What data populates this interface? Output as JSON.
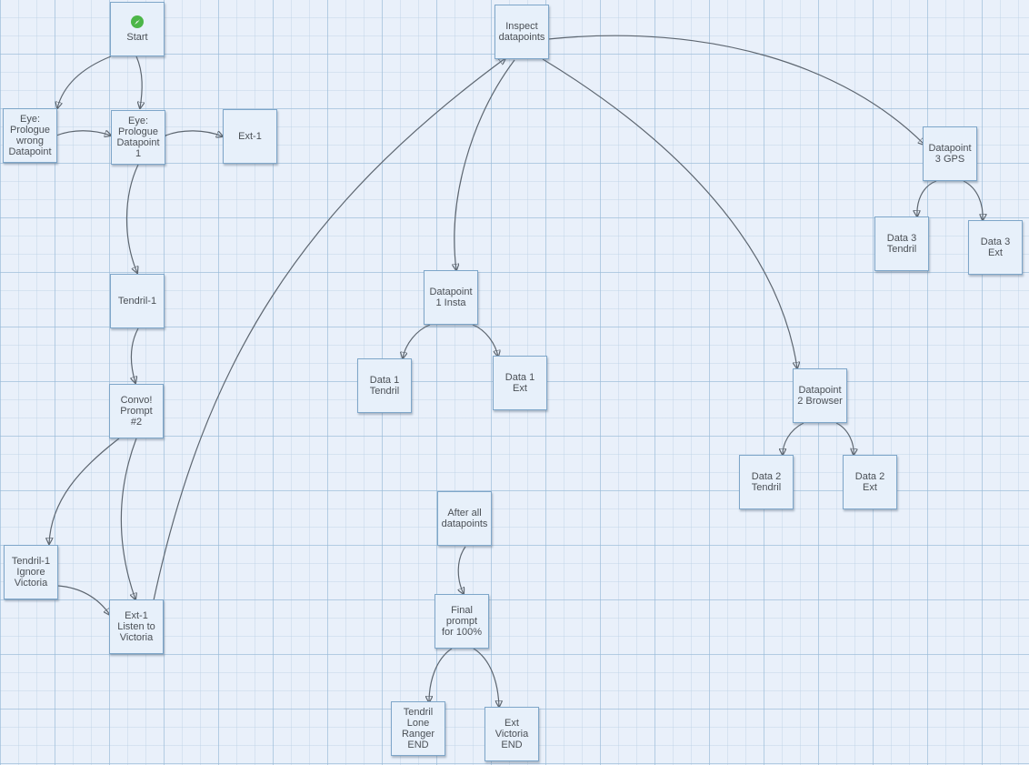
{
  "nodes": {
    "start": "Start",
    "eye_wrong": "Eye:\nPrologue\nwrong\nDatapoint",
    "eye_dp1": "Eye:\nPrologue\nDatapoint\n1",
    "ext1": "Ext-1",
    "tendril1": "Tendril-1",
    "convo2": "Convo!\nPrompt\n#2",
    "tendril_ignore": "Tendril-1\nIgnore\nVictoria",
    "ext_listen": "Ext-1\nListen to\nVictoria",
    "inspect": "Inspect\ndatapoints",
    "dp1_insta": "Datapoint\n1 Insta",
    "data1_tendril": "Data 1\nTendril",
    "data1_ext": "Data 1\nExt",
    "dp2_browser": "Datapoint\n2 Browser",
    "data2_tendril": "Data 2\nTendril",
    "data2_ext": "Data 2\nExt",
    "dp3_gps": "Datapoint\n3 GPS",
    "data3_tendril": "Data 3\nTendril",
    "data3_ext": "Data 3\nExt",
    "after_all": "After all\ndatapoints",
    "final_prompt": "Final\nprompt\nfor 100%",
    "tendril_lone": "Tendril\nLone\nRanger\nEND",
    "ext_victoria": "Ext\nVictoria\nEND"
  },
  "colors": {
    "background": "#e9f0fa",
    "node_fill": "#e7f0fa",
    "node_border": "#7ea6c9",
    "edge": "#5d6670",
    "start_icon": "#4cb648"
  },
  "icons": {
    "start": "start-play-icon"
  }
}
